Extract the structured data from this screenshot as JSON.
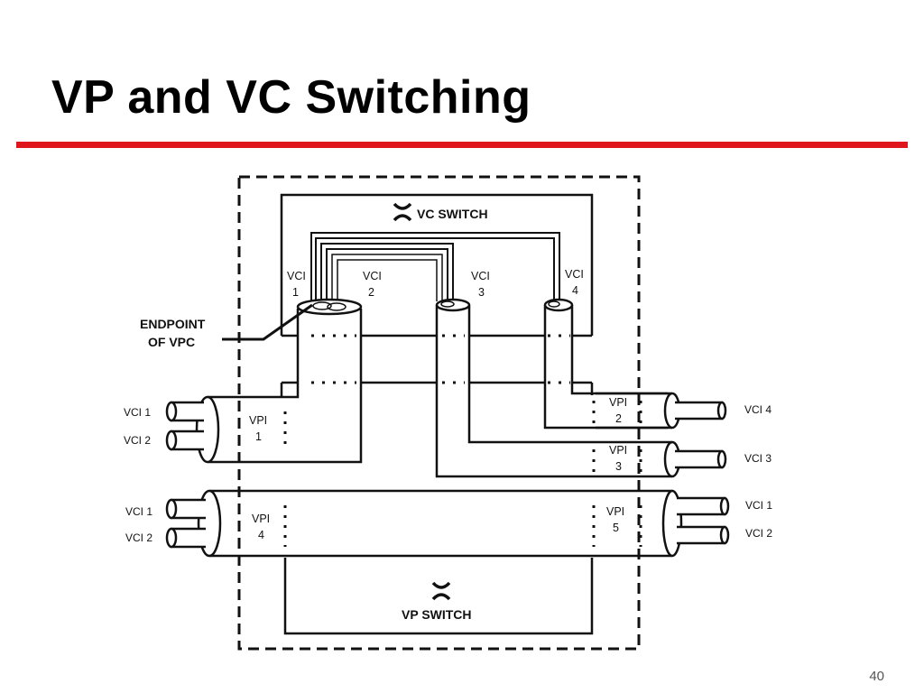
{
  "slide": {
    "title": "VP and VC Switching",
    "page_number": "40",
    "accent_color": "#e0161d"
  },
  "diagram": {
    "vc_switch": {
      "icon": "cross-connect-icon",
      "label": "VC SWITCH"
    },
    "vp_switch": {
      "icon": "cross-connect-icon",
      "label": "VP SWITCH"
    },
    "endpoint": {
      "line1": "ENDPOINT",
      "line2": "OF VPC"
    },
    "vci_top": [
      {
        "line1": "VCI",
        "line2": "1"
      },
      {
        "line1": "VCI",
        "line2": "2"
      },
      {
        "line1": "VCI",
        "line2": "3"
      },
      {
        "line1": "VCI",
        "line2": "4"
      }
    ],
    "vpi": [
      {
        "line1": "VPI",
        "line2": "1"
      },
      {
        "line1": "VPI",
        "line2": "2"
      },
      {
        "line1": "VPI",
        "line2": "3"
      },
      {
        "line1": "VPI",
        "line2": "4"
      },
      {
        "line1": "VPI",
        "line2": "5"
      }
    ],
    "left_vci": [
      "VCI 1",
      "VCI 2",
      "VCI 1",
      "VCI 2"
    ],
    "right_vci": [
      "VCI 4",
      "VCI 3",
      "VCI 1",
      "VCI 2"
    ]
  }
}
